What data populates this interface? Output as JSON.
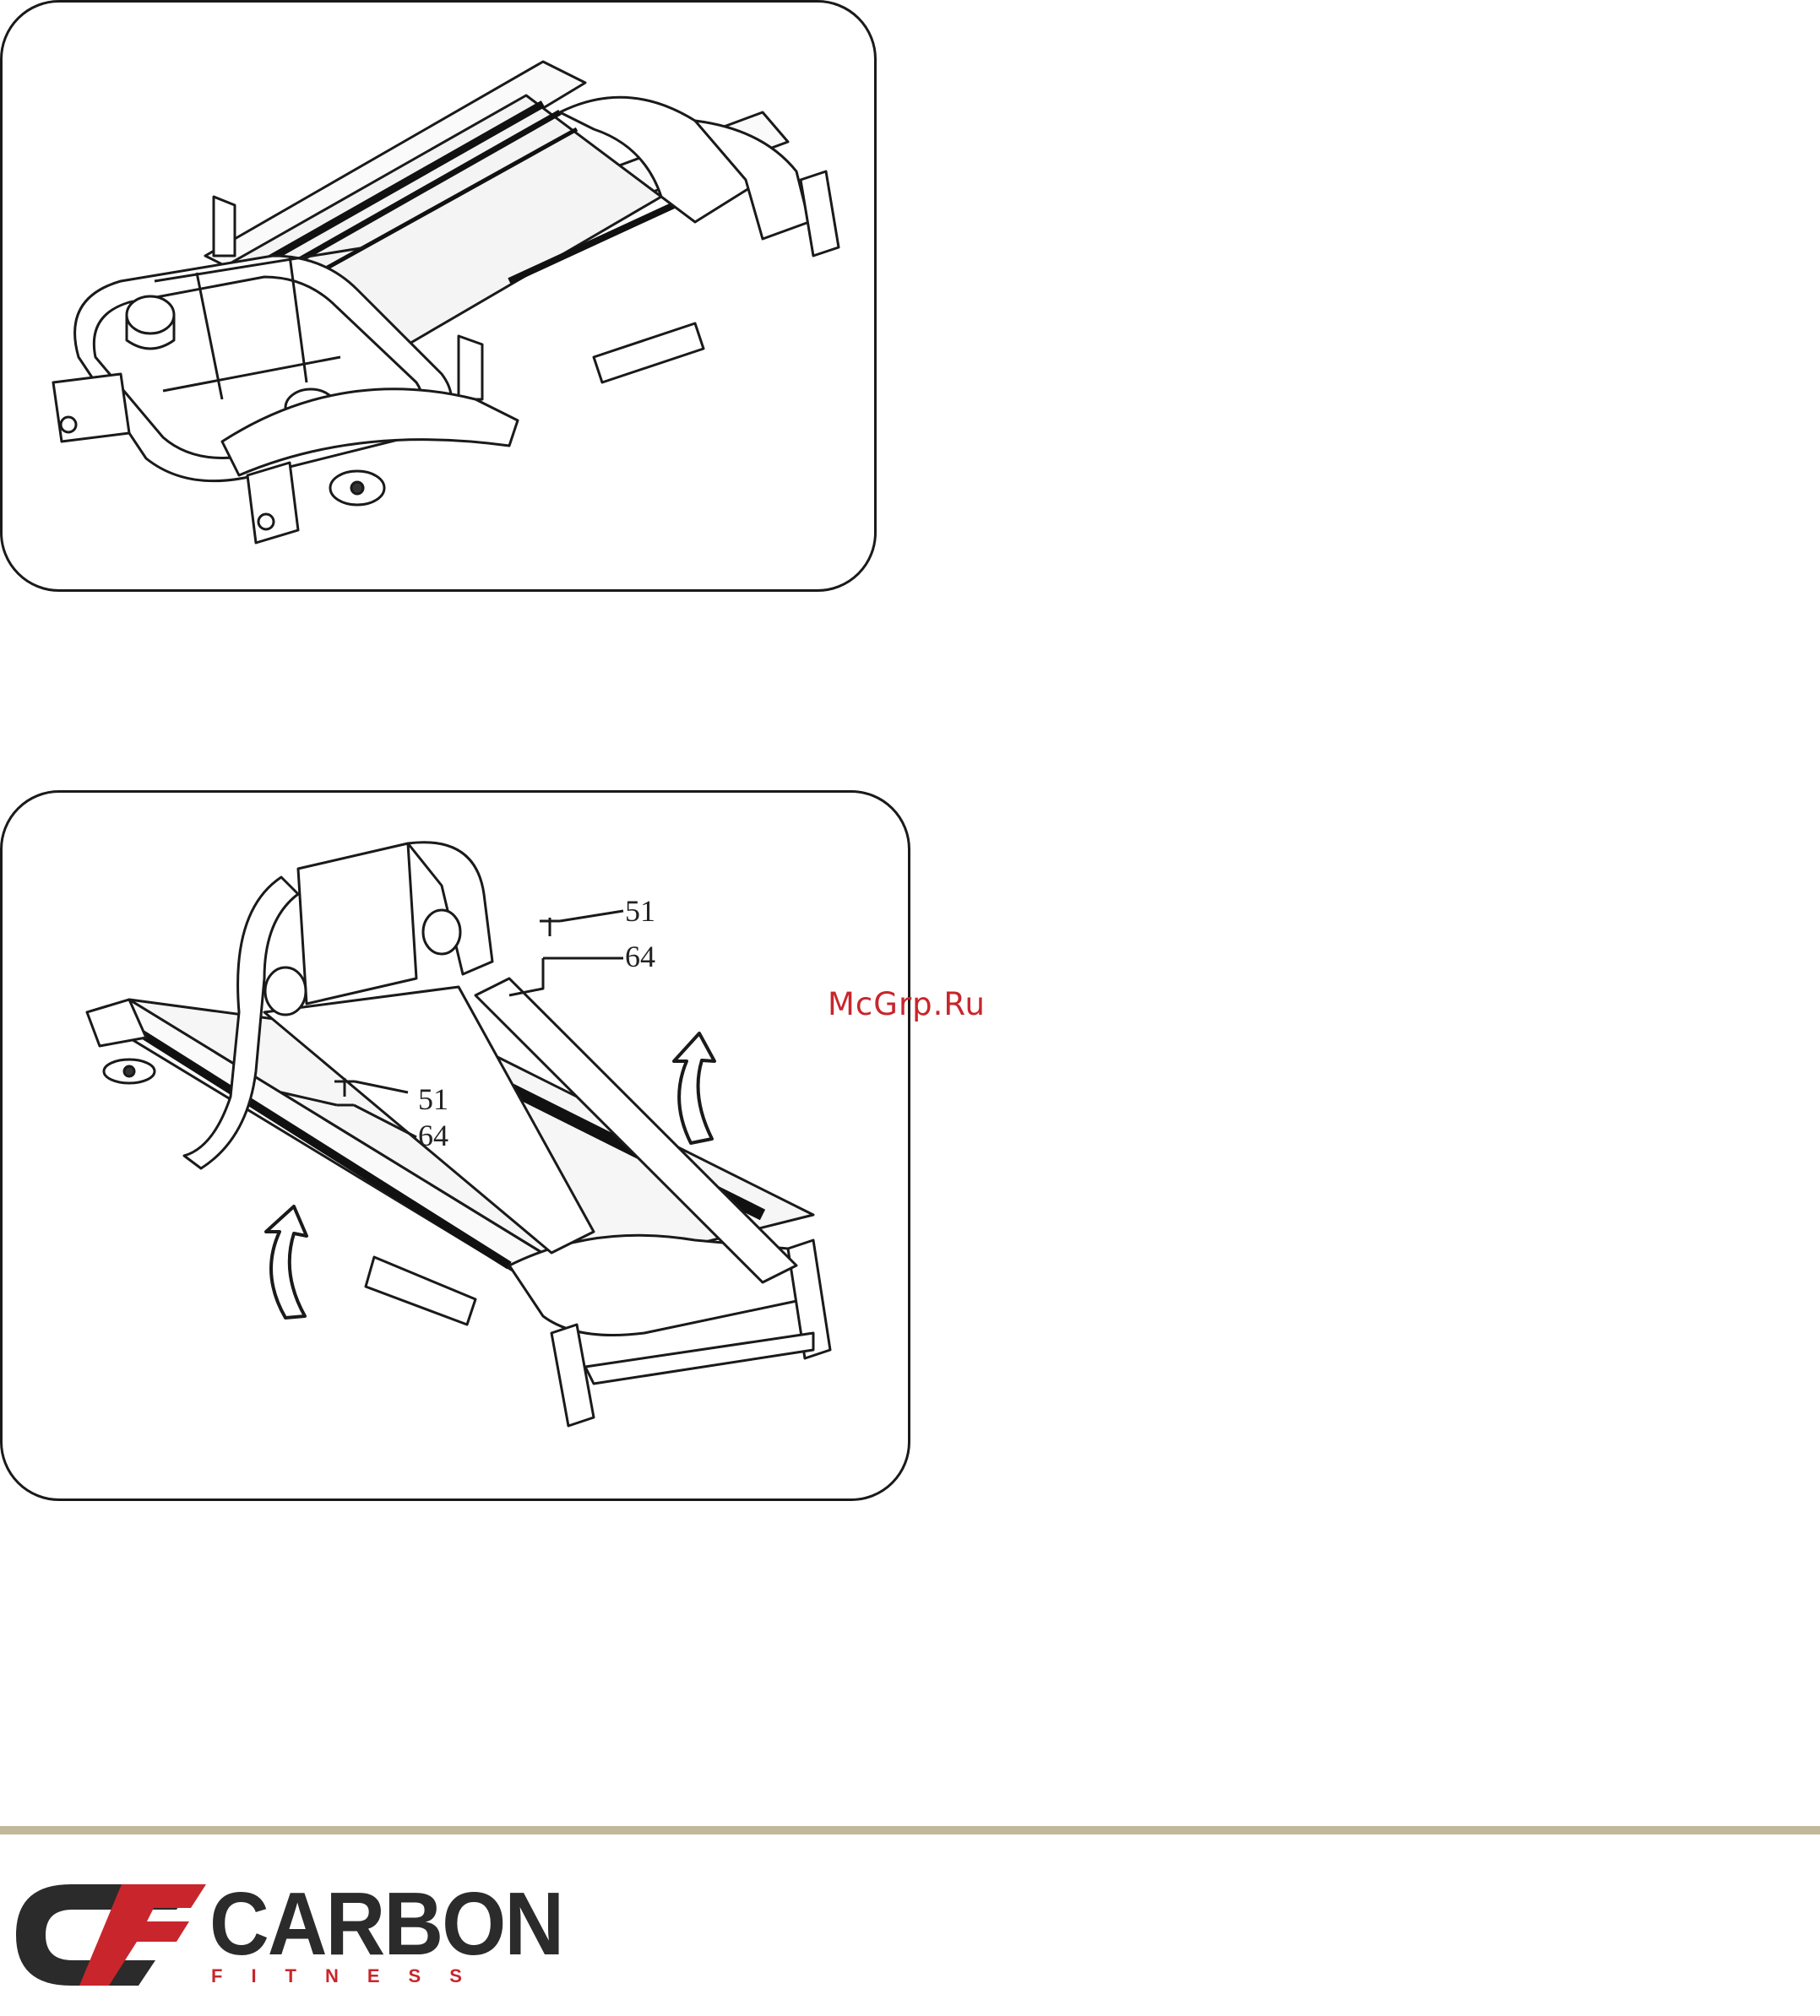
{
  "figures": [
    {
      "callouts": []
    },
    {
      "callouts": [
        "51",
        "64",
        "51",
        "64"
      ]
    }
  ],
  "watermark": "McGrp.Ru",
  "brand": {
    "name": "CARBON",
    "subtitle": "FITNESS",
    "colors": {
      "accent": "#c8262c",
      "dark": "#2b2b2b",
      "rule": "#c2b89a"
    }
  }
}
